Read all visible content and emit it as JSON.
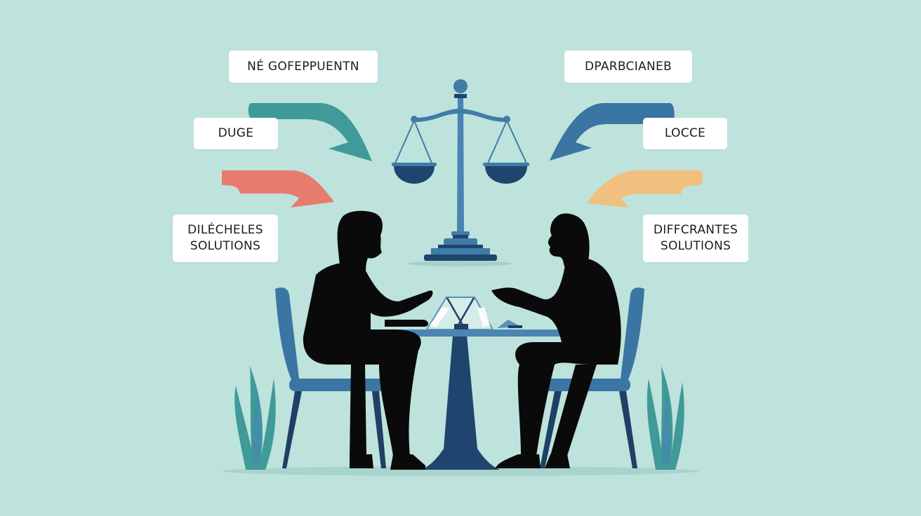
{
  "illustration": {
    "subject": "Two people negotiating at a table beneath scales of justice",
    "colors": {
      "background": "#bde3dc",
      "scale": "#3f7ca8",
      "scale_dark": "#1f456e",
      "arrow_teal": "#3f9a98",
      "arrow_coral": "#e97a6e",
      "arrow_blue": "#3b75a3",
      "arrow_peach": "#f2c07e",
      "chair": "#3b75a3",
      "table": "#4a84b2",
      "silhouette": "#0a0a0a",
      "plant": "#3f9a98"
    }
  },
  "labels": {
    "top_left": "NÉ GOFEPPUENTN",
    "top_right": "DPARBCIANEB",
    "mid_left": "DUGE",
    "mid_right": "LOCCE",
    "bottom_left_line1": "DILÉCHELES",
    "bottom_left_line2": "SOLUTIONS",
    "bottom_right_line1": "DIFFCRANTES",
    "bottom_right_line2": "SOLUTIONS"
  },
  "icons": {
    "center": "scales-of-justice-icon",
    "table_object": "laptop-icon"
  }
}
